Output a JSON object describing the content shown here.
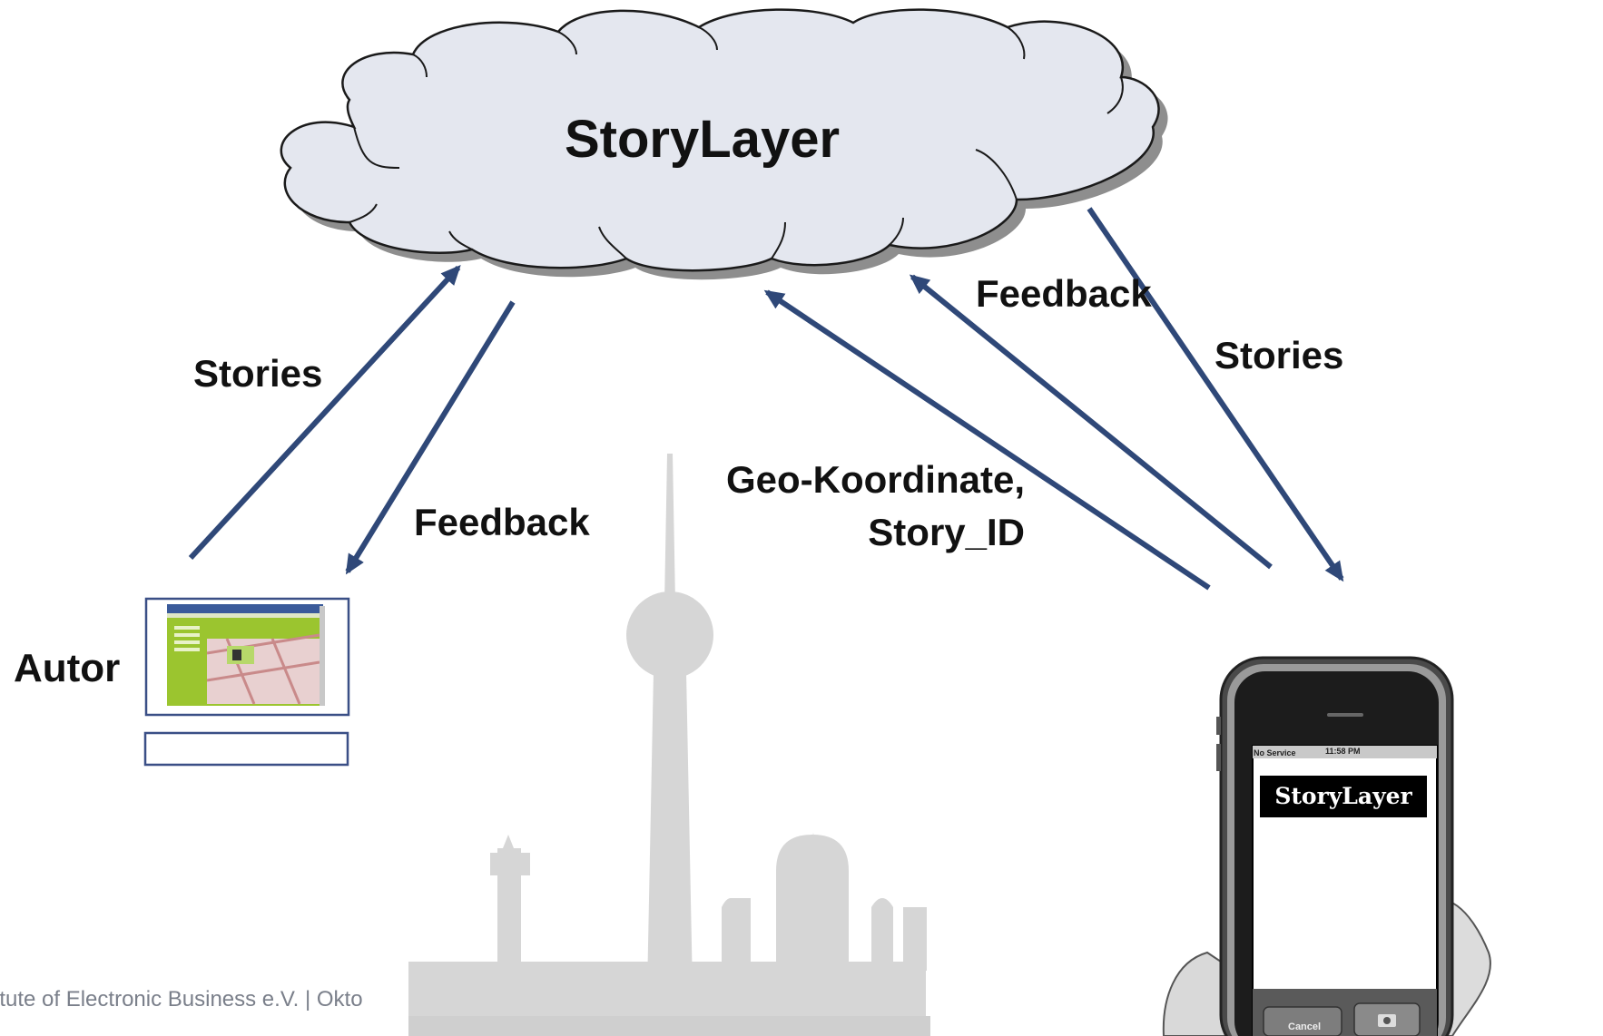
{
  "cloud": {
    "title": "StoryLayer",
    "fill": "#e4e7ef",
    "shadow": "#8a8a8a"
  },
  "arrows": {
    "color": "#2f4878",
    "autor_stories": "Stories",
    "autor_feedback": "Feedback",
    "phone_geo_line1": "Geo-Koordinate,",
    "phone_geo_line2": "Story_ID",
    "phone_feedback": "Feedback",
    "phone_stories": "Stories"
  },
  "autor": {
    "label": "Autor",
    "screen_accent": "#9bc52f"
  },
  "phone": {
    "status_left": "No Service",
    "status_time": "11:58 PM",
    "app_title": "StoryLayer",
    "cancel_label": "Cancel",
    "camera_icon": "camera-icon"
  },
  "footer": {
    "text": "itute of Electronic Business e.V. | Okto"
  },
  "background": {
    "skyline_color": "#d4d4d4"
  }
}
